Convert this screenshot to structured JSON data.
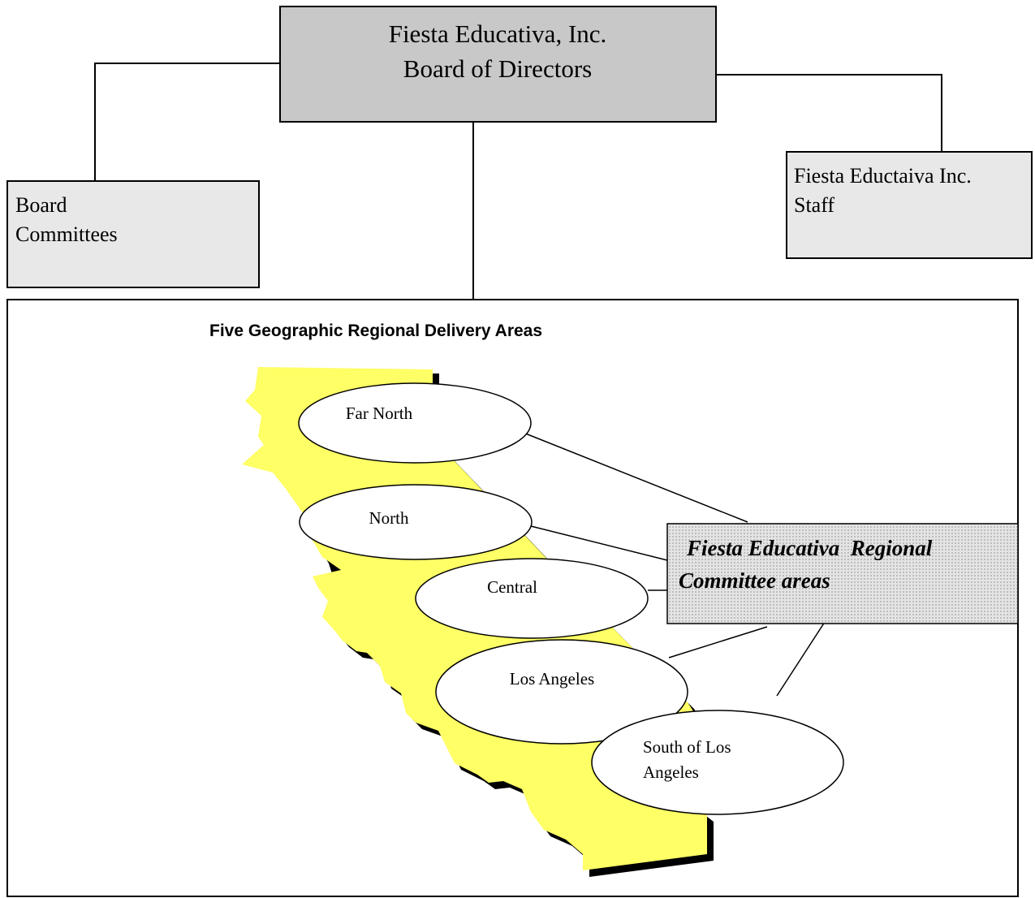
{
  "board": {
    "line1": "Fiesta Educativa, Inc.",
    "line2": "Board of Directors"
  },
  "committees": {
    "line1": "Board",
    "line2": "Committees"
  },
  "staff": {
    "line1": "Fiesta Eductaiva Inc.",
    "line2": "Staff"
  },
  "regions_panel": {
    "title": "Five Geographic Regional Delivery Areas"
  },
  "regions": {
    "far_north": "Far North",
    "north": "North",
    "central": "Central",
    "los_angeles": "Los Angeles",
    "south_line1": "South of Los",
    "south_line2": "Angeles"
  },
  "regional_committee": {
    "line1": "Fiesta Educativa  Regional",
    "line2": "Committee areas"
  },
  "colors": {
    "board_fill": "#c8c8c8",
    "side_box_fill": "#e8e8e8",
    "map_fill": "#ffff66",
    "regional_fill": "#d9d9d9"
  }
}
